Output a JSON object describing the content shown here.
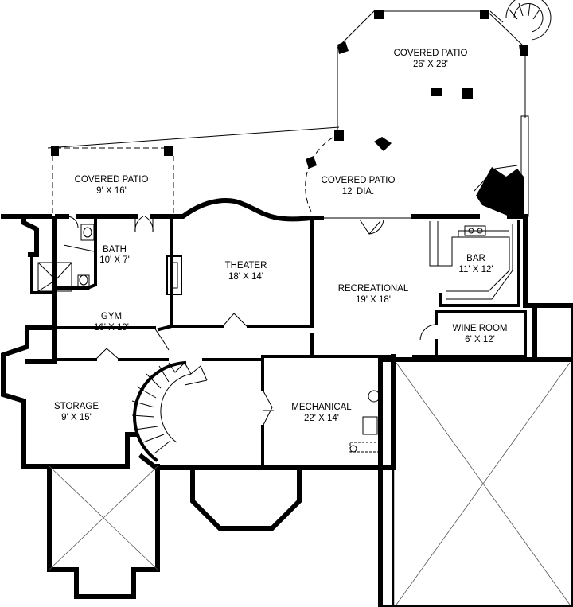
{
  "rooms": [
    {
      "id": "covered-patio-large",
      "name": "COVERED PATIO",
      "size": "26' X 28'"
    },
    {
      "id": "covered-patio-left",
      "name": "COVERED PATIO",
      "size": "9' X 16'"
    },
    {
      "id": "covered-patio-round",
      "name": "COVERED PATIO",
      "size": "12' DIA."
    },
    {
      "id": "bath",
      "name": "BATH",
      "size": "10' X 7'"
    },
    {
      "id": "theater",
      "name": "THEATER",
      "size": "18' X 14'"
    },
    {
      "id": "bar",
      "name": "BAR",
      "size": "11' X 12'"
    },
    {
      "id": "recreational",
      "name": "RECREATIONAL",
      "size": "19' X 18'"
    },
    {
      "id": "gym",
      "name": "GYM",
      "size": "16' X 19'"
    },
    {
      "id": "wine-room",
      "name": "WINE ROOM",
      "size": "6' X 12'"
    },
    {
      "id": "storage",
      "name": "STORAGE",
      "size": "9' X 15'"
    },
    {
      "id": "mechanical",
      "name": "MECHANICAL",
      "size": "22' X 14'"
    }
  ]
}
